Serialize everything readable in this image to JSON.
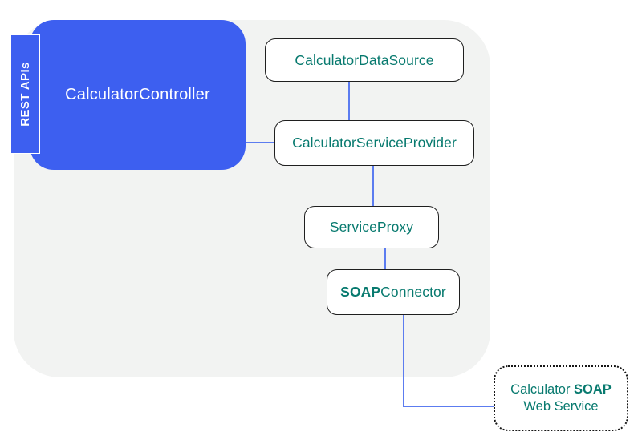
{
  "diagram": {
    "colors": {
      "accent_blue": "#3D5FF0",
      "edge_blue": "#5C7CF0",
      "node_text_teal": "#087A6F",
      "container_gray": "#F2F3F2",
      "node_border": "#1F1F1F"
    },
    "sidebar_label": "REST APIs",
    "nodes": {
      "controller": "CalculatorController",
      "data_source": "CalculatorDataSource",
      "service_provider": "CalculatorServiceProvider",
      "service_proxy": "ServiceProxy",
      "soap_connector_bold": "SOAP",
      "soap_connector_rest": "Connector",
      "web_service_line1_text": "Calculator ",
      "web_service_line1_bold": "SOAP",
      "web_service_line2": "Web Service"
    },
    "edges": [
      {
        "from": "CalculatorController",
        "to": "CalculatorServiceProvider"
      },
      {
        "from": "CalculatorDataSource",
        "to": "CalculatorServiceProvider"
      },
      {
        "from": "CalculatorServiceProvider",
        "to": "ServiceProxy"
      },
      {
        "from": "ServiceProxy",
        "to": "SOAPConnector"
      },
      {
        "from": "SOAPConnector",
        "to": "Calculator SOAP Web Service"
      }
    ]
  }
}
